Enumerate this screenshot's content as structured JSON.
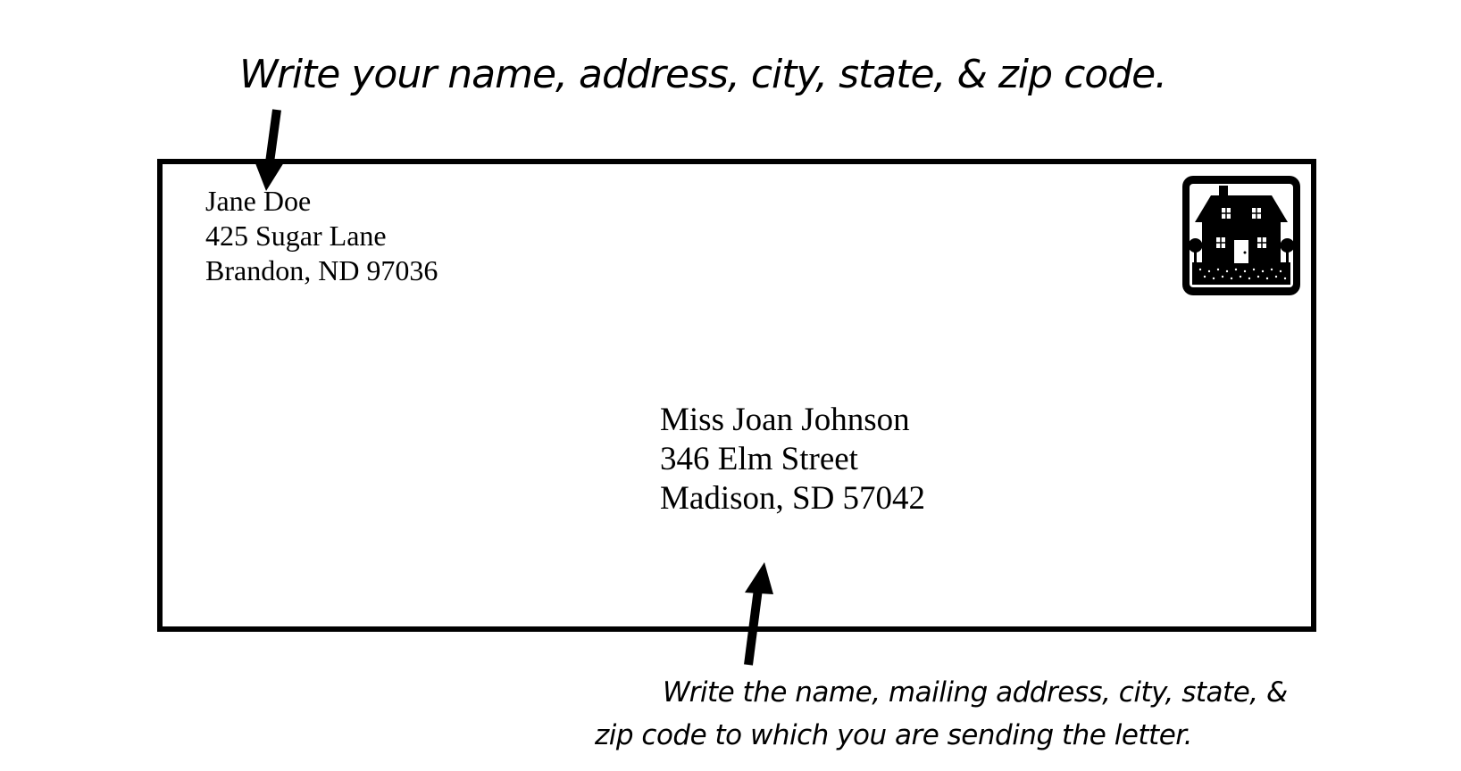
{
  "top_instruction": "Write your name, address, city, state, & zip code.",
  "return_address": {
    "name": "Jane Doe",
    "street": "425 Sugar Lane",
    "city_state_zip": "Brandon, ND  97036"
  },
  "recipient_address": {
    "name": "Miss Joan Johnson",
    "street": "346 Elm Street",
    "city_state_zip": "Madison, SD  57042"
  },
  "bottom_instruction": {
    "line1": "Write the name, mailing address, city, state, &",
    "line2": "zip code to which you are sending the letter."
  },
  "stamp_icon": "house-icon"
}
